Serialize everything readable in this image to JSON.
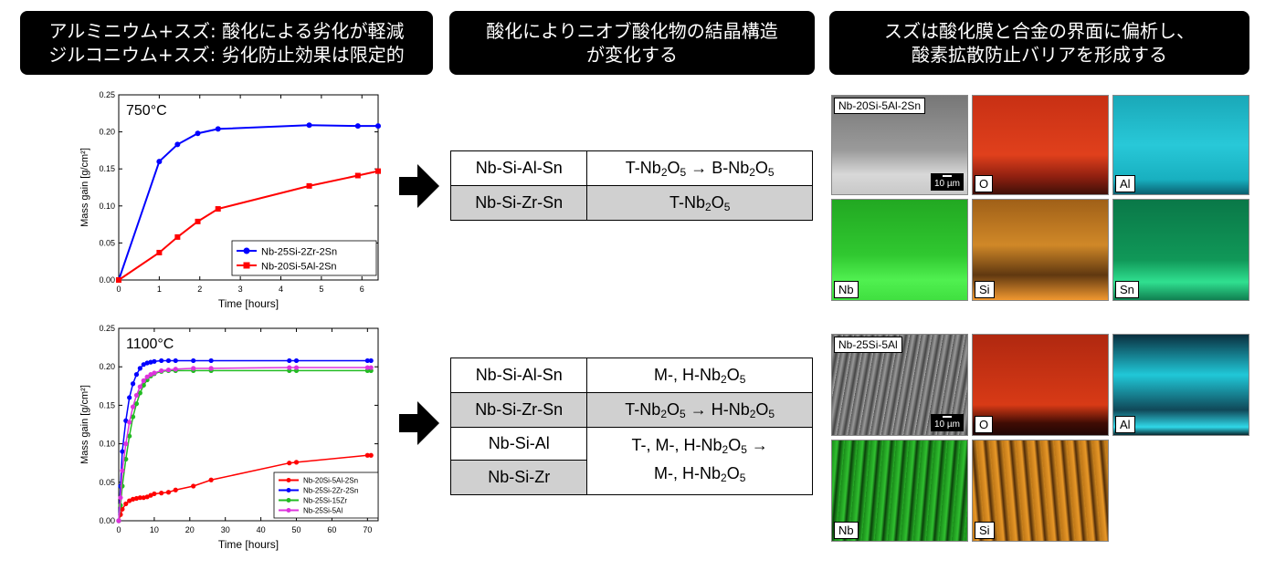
{
  "banners": {
    "left": [
      "アルミニウム+スズ: 酸化による劣化が軽減",
      "ジルコニウム+スズ: 劣化防止効果は限定的"
    ],
    "middle": [
      "酸化によりニオブ酸化物の結晶構造",
      "が変化する"
    ],
    "right": [
      "スズは酸化膜と合金の界面に偏析し、",
      "酸素拡散防止バリアを形成する"
    ]
  },
  "chart_data": [
    {
      "type": "line",
      "title": "750°C",
      "xlabel": "Time [hours]",
      "ylabel": "Mass gain [g/cm²]",
      "xlim": [
        0,
        6.4
      ],
      "ylim": [
        0,
        0.25
      ],
      "xticks": [
        0,
        1,
        2,
        3,
        4,
        5,
        6
      ],
      "yticks": [
        0.0,
        0.05,
        0.1,
        0.15,
        0.2,
        0.25
      ],
      "legend_position": "bottom-right",
      "series": [
        {
          "name": "Nb-25Si-2Zr-2Sn",
          "color": "#0000ff",
          "marker": "circle",
          "x": [
            0,
            1,
            1.45,
            1.95,
            2.45,
            4.7,
            5.9,
            6.4
          ],
          "y": [
            0,
            0.16,
            0.183,
            0.198,
            0.204,
            0.209,
            0.208,
            0.208
          ]
        },
        {
          "name": "Nb-20Si-5Al-2Sn",
          "color": "#ff0000",
          "marker": "square",
          "x": [
            0,
            1,
            1.45,
            1.95,
            2.45,
            4.7,
            5.9,
            6.4
          ],
          "y": [
            0,
            0.037,
            0.058,
            0.079,
            0.096,
            0.127,
            0.141,
            0.147
          ]
        }
      ]
    },
    {
      "type": "line",
      "title": "1100°C",
      "xlabel": "Time [hours]",
      "ylabel": "Mass gain [g/cm²]",
      "xlim": [
        0,
        73
      ],
      "ylim": [
        0,
        0.25
      ],
      "xticks": [
        0,
        10,
        20,
        30,
        40,
        50,
        60,
        70
      ],
      "yticks": [
        0.0,
        0.05,
        0.1,
        0.15,
        0.2,
        0.25
      ],
      "legend_position": "bottom-right",
      "series": [
        {
          "name": "Nb-20Si-5Al-2Sn",
          "color": "#ff0000",
          "marker": "circle",
          "x": [
            0,
            0.5,
            1,
            2,
            3,
            4,
            5,
            6,
            7,
            8,
            9,
            10,
            12,
            14,
            16,
            21,
            26,
            48,
            50,
            70,
            71
          ],
          "y": [
            0,
            0.008,
            0.015,
            0.022,
            0.026,
            0.028,
            0.029,
            0.03,
            0.03,
            0.031,
            0.033,
            0.035,
            0.036,
            0.037,
            0.04,
            0.045,
            0.053,
            0.075,
            0.076,
            0.085,
            0.085
          ]
        },
        {
          "name": "Nb-25Si-2Zr-2Sn",
          "color": "#0000ff",
          "marker": "circle",
          "x": [
            0,
            0.5,
            1,
            2,
            3,
            4,
            5,
            6,
            7,
            8,
            9,
            10,
            12,
            14,
            16,
            21,
            26,
            48,
            50,
            70,
            71
          ],
          "y": [
            0,
            0.045,
            0.09,
            0.13,
            0.16,
            0.178,
            0.19,
            0.198,
            0.203,
            0.205,
            0.206,
            0.207,
            0.208,
            0.208,
            0.208,
            0.208,
            0.208,
            0.208,
            0.208,
            0.208,
            0.208
          ]
        },
        {
          "name": "Nb-25Si-15Zr",
          "color": "#22bb22",
          "marker": "circle",
          "x": [
            0,
            0.5,
            1,
            2,
            3,
            4,
            5,
            6,
            7,
            8,
            9,
            10,
            12,
            14,
            16,
            21,
            26,
            48,
            50,
            70,
            71
          ],
          "y": [
            0,
            0.02,
            0.045,
            0.08,
            0.11,
            0.135,
            0.152,
            0.166,
            0.176,
            0.183,
            0.188,
            0.191,
            0.194,
            0.195,
            0.195,
            0.195,
            0.195,
            0.195,
            0.195,
            0.195,
            0.195
          ]
        },
        {
          "name": "Nb-25Si-5Al",
          "color": "#dd33dd",
          "marker": "circle",
          "x": [
            0,
            0.5,
            1,
            2,
            3,
            4,
            5,
            6,
            7,
            8,
            9,
            10,
            12,
            14,
            16,
            21,
            26,
            48,
            50,
            70,
            71
          ],
          "y": [
            0,
            0.03,
            0.065,
            0.1,
            0.128,
            0.148,
            0.163,
            0.174,
            0.182,
            0.187,
            0.19,
            0.192,
            0.195,
            0.196,
            0.197,
            0.198,
            0.198,
            0.199,
            0.199,
            0.199,
            0.199
          ]
        }
      ]
    }
  ],
  "tables": {
    "top": [
      {
        "alloy": "Nb-Si-Al-Sn",
        "oxide": "T-Nb<sub>2</sub>O<sub>5</sub> → B-Nb<sub>2</sub>O<sub>5</sub>"
      },
      {
        "alloy": "Nb-Si-Zr-Sn",
        "oxide": "T-Nb<sub>2</sub>O<sub>5</sub>"
      }
    ],
    "bottom": [
      {
        "alloy": "Nb-Si-Al-Sn",
        "oxide": "M-, H-Nb<sub>2</sub>O<sub>5</sub>"
      },
      {
        "alloy": "Nb-Si-Zr-Sn",
        "oxide": "T-Nb<sub>2</sub>O<sub>5</sub> → H-Nb<sub>2</sub>O<sub>5</sub>"
      },
      {
        "alloy": "Nb-Si-Al",
        "oxide": "T-, M-, H-Nb<sub>2</sub>O<sub>5</sub> →<br>M-, H-Nb<sub>2</sub>O<sub>5</sub>"
      },
      {
        "alloy": "Nb-Si-Zr",
        "oxide": ""
      }
    ]
  },
  "micrographs": {
    "top": {
      "sample": "Nb-20Si-5Al-2Sn",
      "scale": "10 µm",
      "maps": [
        "O",
        "Al",
        "Nb",
        "Si",
        "Sn"
      ]
    },
    "bottom": {
      "sample": "Nb-25Si-5Al",
      "scale": "10 µm",
      "maps": [
        "O",
        "Al",
        "Nb",
        "Si"
      ]
    }
  },
  "colors": {
    "banner_bg": "#000000",
    "table_gray": "#d0d0d0",
    "map_O": "#d83a16",
    "map_Al": "#20c8d8",
    "map_Nb": "#28d828",
    "map_Si": "#e89020",
    "map_Sn": "#109858"
  }
}
